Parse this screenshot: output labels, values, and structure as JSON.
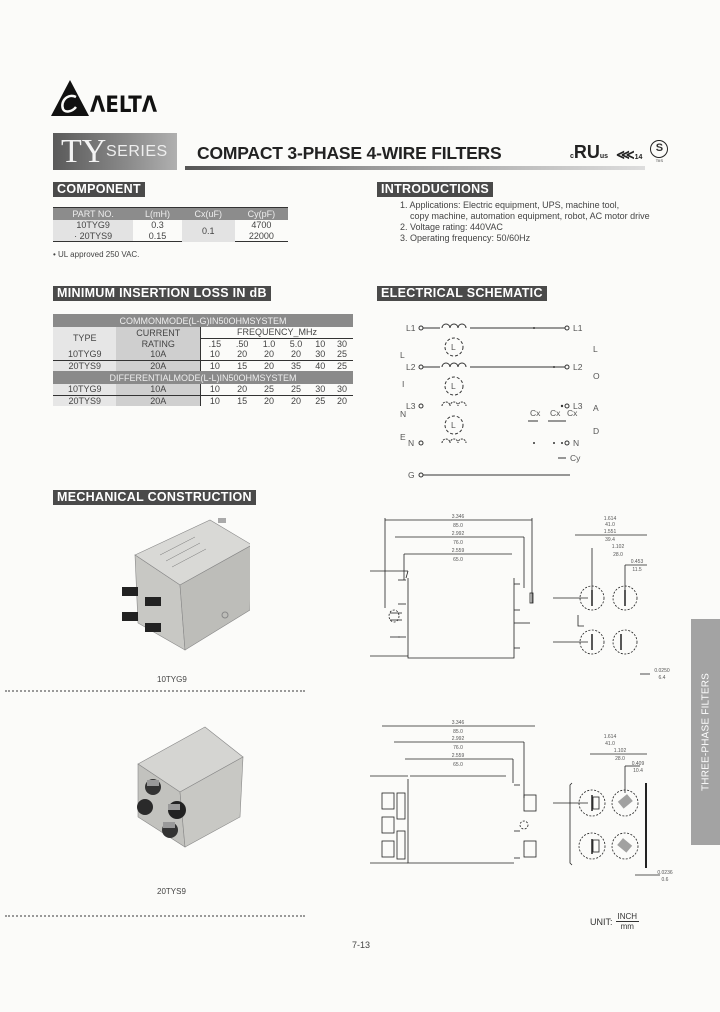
{
  "brand": {
    "logo_text": "ΛELTΛ",
    "logo_icon": "delta-triangle-logo-icon"
  },
  "header": {
    "series_prefix": "TY",
    "series_word": "SERIES",
    "title": "COMPACT 3-PHASE  4-WIRE FILTERS",
    "certifications": [
      {
        "icon": "ul-recognized-icon",
        "label": "c",
        "mark": "RU",
        "suffix": "us"
      },
      {
        "icon": "ccc-cert-icon",
        "label": "14"
      },
      {
        "icon": "safety-s-mark-icon",
        "label": "S",
        "caption": "TIIS"
      }
    ]
  },
  "component": {
    "heading": "COMPONENT",
    "columns": [
      "PART NO.",
      "L(mH)",
      "Cx(uF)",
      "Cy(pF)"
    ],
    "rows": [
      {
        "part": "10TYG9",
        "l": "0.3",
        "cx": "0.1",
        "cy": "4700"
      },
      {
        "part": "· 20TYS9",
        "l": "0.15",
        "cx": "0.1",
        "cy": "22000"
      }
    ],
    "note": "• UL approved  250 VAC."
  },
  "introductions": {
    "heading": "INTRODUCTIONS",
    "items": [
      "1. Applications: Electric equipment, UPS, machine tool,",
      "    copy machine, automation equipment, robot, AC motor drive",
      "2. Voltage rating: 440VAC",
      "3. Operating frequency: 50/60Hz"
    ]
  },
  "insertion_loss": {
    "heading": "MINIMUM INSERTION LOSS IN dB",
    "common_mode_label": "COMMONMODE(L-G)IN50OHMSYSTEM",
    "differential_mode_label": "DIFFERENTIALMODE(L-L)IN50OHMSYSTEM",
    "type_header": "TYPE",
    "current_header_1": "CURRENT",
    "current_header_2": "RATING",
    "frequency_header": "FREQUENCY_MHz",
    "frequencies": [
      ".15",
      ".50",
      "1.0",
      "5.0",
      "10",
      "30"
    ],
    "common_mode_rows": [
      {
        "type": "10TYG9",
        "current": "10A",
        "values": [
          "10",
          "20",
          "20",
          "20",
          "30",
          "25"
        ]
      },
      {
        "type": "20TYS9",
        "current": "20A",
        "values": [
          "10",
          "15",
          "20",
          "35",
          "40",
          "25"
        ]
      }
    ],
    "differential_mode_rows": [
      {
        "type": "10TYG9",
        "current": "10A",
        "values": [
          "10",
          "20",
          "25",
          "25",
          "30",
          "30"
        ]
      },
      {
        "type": "20TYS9",
        "current": "20A",
        "values": [
          "10",
          "15",
          "20",
          "20",
          "25",
          "20"
        ]
      }
    ]
  },
  "schematic": {
    "heading": "ELECTRICAL SCHEMATIC",
    "left_side_letters": [
      "L",
      "I",
      "N",
      "E"
    ],
    "right_side_letters": [
      "L",
      "O",
      "A",
      "D"
    ],
    "inputs": [
      "L1",
      "L2",
      "L3",
      "N",
      "G"
    ],
    "outputs": [
      "L1",
      "L2",
      "L3",
      "N"
    ],
    "capacitor_labels": [
      "Cx",
      "Cx",
      "Cx",
      "Cy"
    ],
    "inductor_label": "L"
  },
  "mechanical": {
    "heading": "MECHANICAL CONSTRUCTION",
    "product_1_caption": "10TYG9",
    "product_2_caption": "20TYS9",
    "drawing_1_dims": {
      "top_1": "3.346",
      "top_1_mm": "85.0",
      "top_2": "2.992",
      "top_2_mm": "76.0",
      "top_3": "2.559",
      "top_3_mm": "65.0",
      "right_1": "1.614",
      "right_1_mm": "41.0",
      "right_2": "1.551",
      "right_2_mm": "39.4",
      "right_3": "1.102",
      "right_3_mm": "28.0",
      "right_4": "0.453",
      "right_4_mm": "11.5",
      "side_height": "2.36",
      "side_height_mm": "60",
      "terminal": "0.0250",
      "terminal_mm": "6.4"
    },
    "drawing_2_dims": {
      "top_1": "3.346",
      "top_1_mm": "85.0",
      "top_2": "2.992",
      "top_2_mm": "76.0",
      "top_3": "2.559",
      "top_3_mm": "65.0",
      "right_1": "1.614",
      "right_1_mm": "41.0",
      "right_2": "1.102",
      "right_2_mm": "28.0",
      "right_3": "0.409",
      "right_3_mm": "10.4",
      "plate": "0.0236",
      "plate_mm": "0.6"
    },
    "unit_label": "UNIT:",
    "unit_top": "INCH",
    "unit_bottom": "mm"
  },
  "side_tab": {
    "label": "THREE-PHASE FILTERS"
  },
  "footer": {
    "page_number": "7-13"
  }
}
